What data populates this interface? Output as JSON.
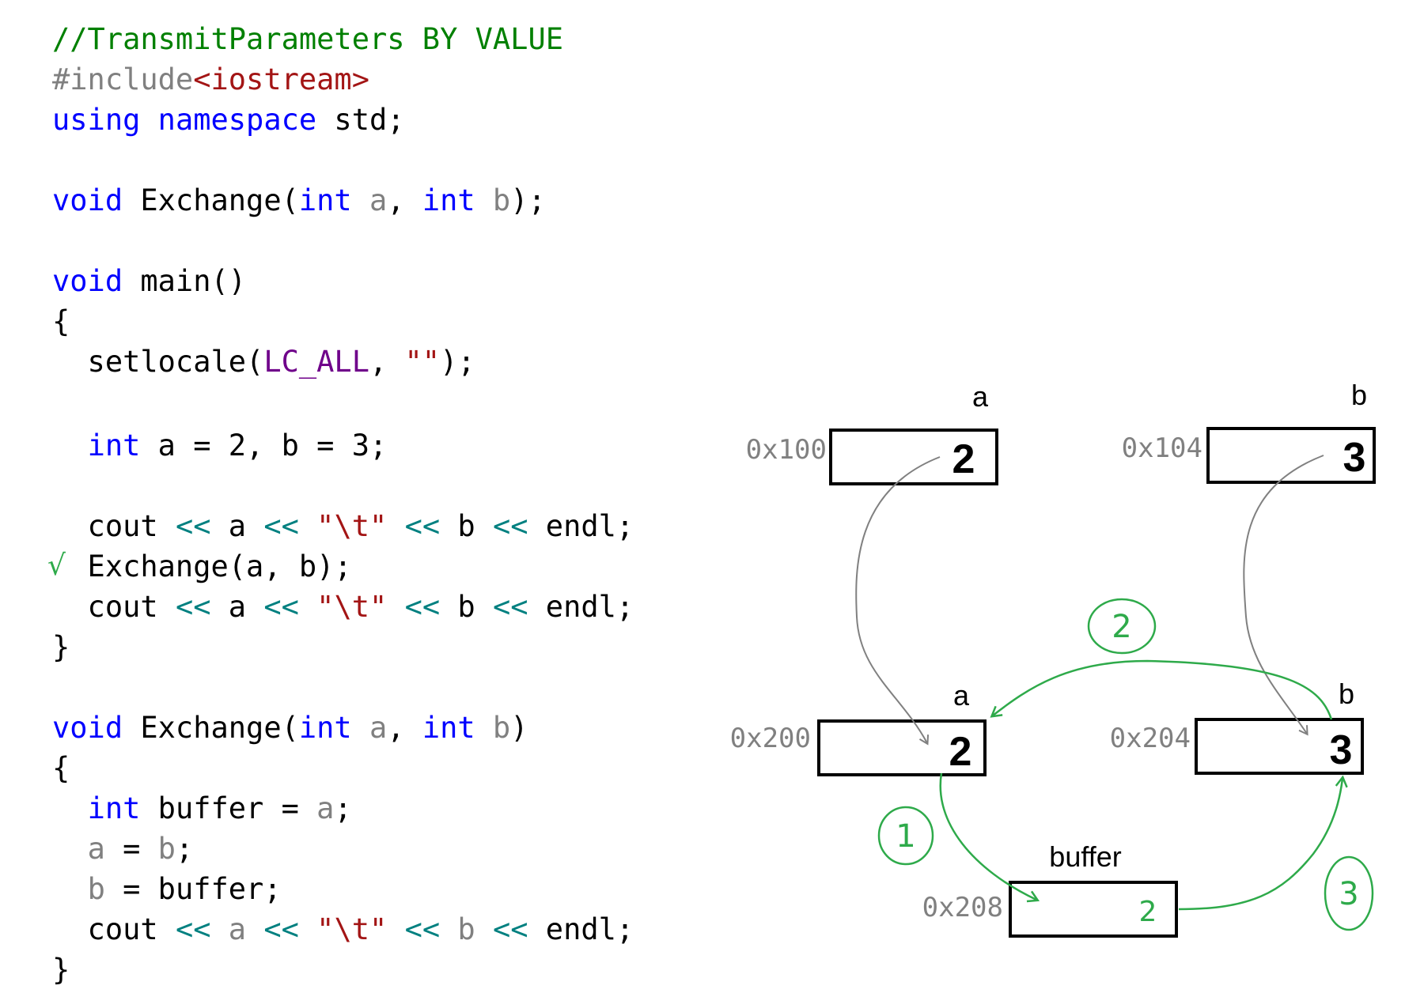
{
  "code_lines": {
    "l1": "//TransmitParameters BY VALUE",
    "l2_directive": "#include",
    "l2_header": "<iostream>",
    "l3_kw1": "using",
    "l3_kw2": "namespace",
    "l3_rest": " std;",
    "l4_void": "void",
    "l4_name": " Exchange(",
    "l4_int1": "int",
    "l4_a": " a",
    "l4_comma": ", ",
    "l4_int2": "int",
    "l4_b": " b",
    "l4_end": ");",
    "l5_void": "void",
    "l5_rest": " main()",
    "l6": "{",
    "l7_fn": "  setlocale(",
    "l7_macro": "LC_ALL",
    "l7_comma": ", ",
    "l7_str": "\"\"",
    "l7_end": ");",
    "l8_int": "int",
    "l8_rest": " a = 2, b = 3;",
    "l9_cout": "  cout ",
    "l9_op1": "<<",
    "l9_a": " a ",
    "l9_op2": "<<",
    "l9_sp1": " ",
    "l9_str": "\"\\t\"",
    "l9_sp2": " ",
    "l9_op3": "<<",
    "l9_b": " b ",
    "l9_op4": "<<",
    "l9_end": " endl;",
    "l10": "  Exchange(a, b);",
    "l11_cout": "  cout ",
    "l11_op1": "<<",
    "l11_a": " a ",
    "l11_op2": "<<",
    "l11_sp1": " ",
    "l11_str": "\"\\t\"",
    "l11_sp2": " ",
    "l11_op3": "<<",
    "l11_b": " b ",
    "l11_op4": "<<",
    "l11_end": " endl;",
    "l12": "}",
    "l13_void": "void",
    "l13_name": " Exchange(",
    "l13_int1": "int",
    "l13_a": " a",
    "l13_comma": ", ",
    "l13_int2": "int",
    "l13_b": " b",
    "l13_end": ")",
    "l14": "{",
    "l15_int": "int",
    "l15_mid": " buffer = ",
    "l15_a": "a",
    "l15_end": ";",
    "l16_a": "a",
    "l16_mid": " = ",
    "l16_b": "b",
    "l16_end": ";",
    "l17_b": "b",
    "l17_rest": " = buffer;",
    "l18_cout": "  cout ",
    "l18_op1": "<<",
    "l18_a": " a ",
    "l18_op2": "<<",
    "l18_sp1": " ",
    "l18_str": "\"\\t\"",
    "l18_sp2": " ",
    "l18_op3": "<<",
    "l18_b": " b ",
    "l18_op4": "<<",
    "l18_end": " endl;",
    "l19": "}"
  },
  "diagram": {
    "main_a": {
      "label": "a",
      "address": "0x100",
      "value": "2"
    },
    "main_b": {
      "label": "b",
      "address": "0x104",
      "value": "3"
    },
    "param_a": {
      "label": "a",
      "address": "0x200",
      "value": "2"
    },
    "param_b": {
      "label": "b",
      "address": "0x204",
      "value": "3"
    },
    "buffer": {
      "label": "buffer",
      "address": "0x208",
      "value": "2"
    },
    "steps": [
      "1",
      "2",
      "3"
    ],
    "checkmark": "√"
  },
  "colors": {
    "keyword": "#0000ff",
    "comment": "#008000",
    "string": "#a31515",
    "macro": "#6f008a",
    "operator": "#008080",
    "parameter": "#808080",
    "annotation_green": "#2eaa4a",
    "copy_arrow_gray": "#808080"
  }
}
